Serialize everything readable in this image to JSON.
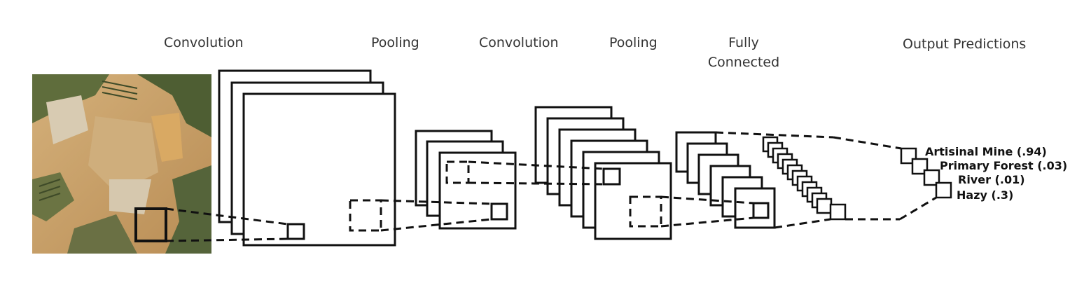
{
  "stages": [
    {
      "id": "conv1",
      "label": "Convolution"
    },
    {
      "id": "pool1",
      "label": "Pooling"
    },
    {
      "id": "conv2",
      "label": "Convolution"
    },
    {
      "id": "pool2",
      "label": "Pooling"
    },
    {
      "id": "fc",
      "label": "Fully Connected"
    },
    {
      "id": "output",
      "label": "Output Predictions"
    }
  ],
  "predictions": [
    {
      "label": "Artisinal Mine (.94)"
    },
    {
      "label": "Primary Forest (.03)"
    },
    {
      "label": "River (.01)"
    },
    {
      "label": "Hazy (.3)"
    }
  ],
  "colors": {
    "stroke": "#111111",
    "label": "#333333",
    "soil": "#c9a36b",
    "vegetation": "#5a6a38"
  }
}
